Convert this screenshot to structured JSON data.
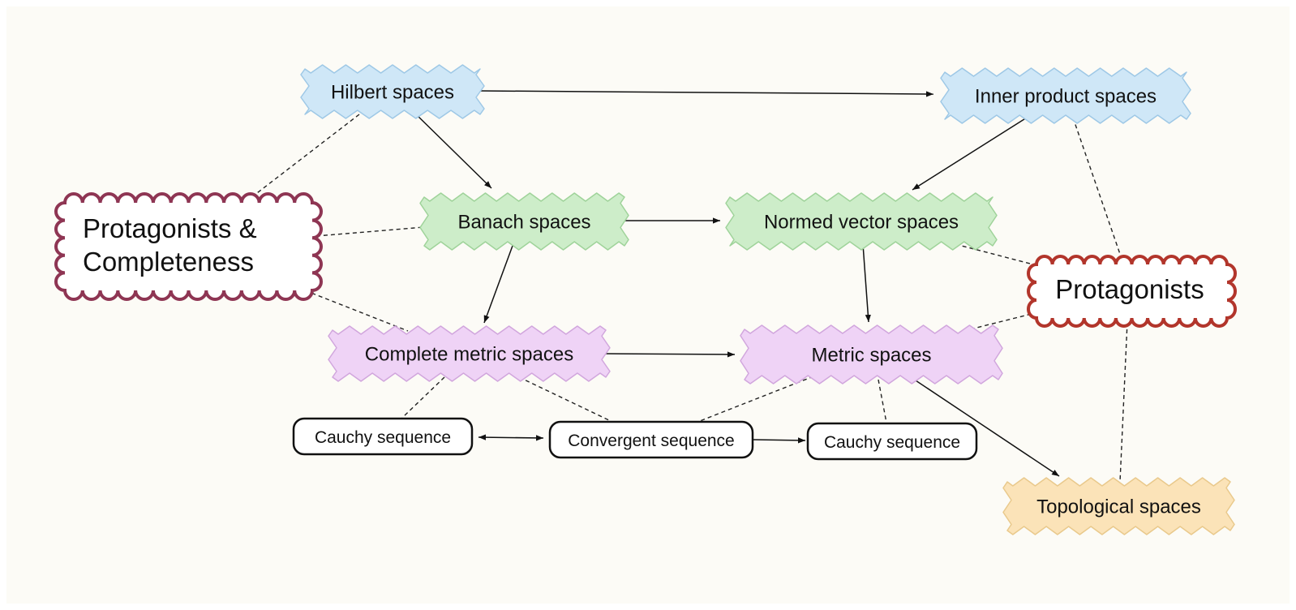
{
  "nodes": {
    "hilbert": {
      "label": "Hilbert spaces",
      "fill": "#cfe7f7",
      "stroke": "#9ec8e6"
    },
    "inner_product": {
      "label": "Inner product spaces",
      "fill": "#cfe7f7",
      "stroke": "#9ec8e6"
    },
    "banach": {
      "label": "Banach spaces",
      "fill": "#cdedc9",
      "stroke": "#9fd39a"
    },
    "normed": {
      "label": "Normed vector spaces",
      "fill": "#cdedc9",
      "stroke": "#9fd39a"
    },
    "complete_metric": {
      "label": "Complete metric spaces",
      "fill": "#efd3f6",
      "stroke": "#d1a6dd"
    },
    "metric": {
      "label": "Metric spaces",
      "fill": "#efd3f6",
      "stroke": "#d1a6dd"
    },
    "topological": {
      "label": "Topological spaces",
      "fill": "#fbe3b8",
      "stroke": "#e9c98c"
    },
    "cauchy_left": {
      "label": "Cauchy sequence"
    },
    "convergent": {
      "label": "Convergent sequence"
    },
    "cauchy_right": {
      "label": "Cauchy sequence"
    }
  },
  "clouds": {
    "protagonists_completeness": {
      "label_line1": "Protagonists &",
      "label_line2": "Completeness",
      "stroke": "#8e3553"
    },
    "protagonists": {
      "label": "Protagonists",
      "stroke": "#b2352b"
    }
  },
  "colors": {
    "background": "#fcfbf6",
    "arrow": "#111111",
    "dashed": "#222222"
  }
}
